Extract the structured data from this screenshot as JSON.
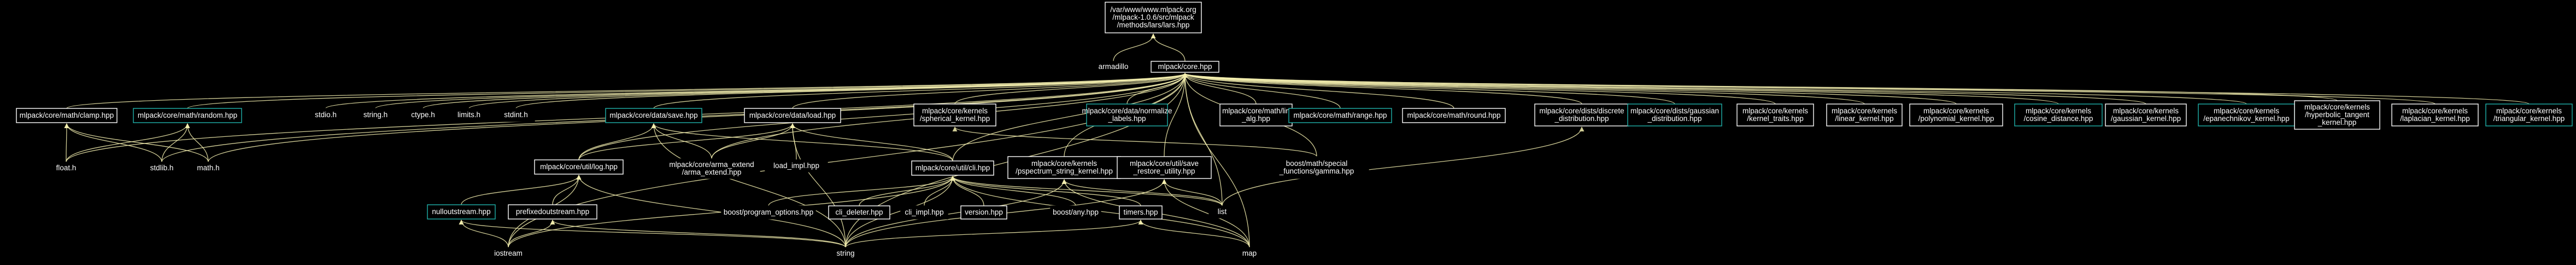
{
  "graph": {
    "title": "/var/www/www.mlpack.org/mlpack-1.0.6/src/mlpack/methods/lars/lars.hpp",
    "colors": {
      "background": "#000000",
      "edge": "#f5f0b0",
      "node_text": "#ffffff",
      "root_fill": "#bfbfbf",
      "documented_border": "#ffffff",
      "external_border": "#000000",
      "linked_border": "#20b2aa"
    },
    "nodes": [
      {
        "id": "root",
        "kind": "root",
        "lines": [
          "/var/www/www.mlpack.org",
          "/mlpack-1.0.6/src/mlpack",
          "/methods/lars/lars.hpp"
        ]
      },
      {
        "id": "armadillo",
        "kind": "external",
        "lines": [
          "armadillo"
        ]
      },
      {
        "id": "core",
        "kind": "doc",
        "lines": [
          "mlpack/core.hpp"
        ]
      },
      {
        "id": "clamp",
        "kind": "doc",
        "lines": [
          "mlpack/core/math/clamp.hpp"
        ]
      },
      {
        "id": "random",
        "kind": "linked",
        "lines": [
          "mlpack/core/math/random.hpp"
        ]
      },
      {
        "id": "stdio",
        "kind": "external",
        "lines": [
          "stdio.h"
        ]
      },
      {
        "id": "string_h",
        "kind": "external",
        "lines": [
          "string.h"
        ]
      },
      {
        "id": "ctype",
        "kind": "external",
        "lines": [
          "ctype.h"
        ]
      },
      {
        "id": "limits",
        "kind": "external",
        "lines": [
          "limits.h"
        ]
      },
      {
        "id": "stdint",
        "kind": "external",
        "lines": [
          "stdint.h"
        ]
      },
      {
        "id": "save",
        "kind": "linked",
        "lines": [
          "mlpack/core/data/save.hpp"
        ]
      },
      {
        "id": "load",
        "kind": "doc",
        "lines": [
          "mlpack/core/data/load.hpp"
        ]
      },
      {
        "id": "spherical",
        "kind": "doc",
        "lines": [
          "mlpack/core/kernels",
          "/spherical_kernel.hpp"
        ]
      },
      {
        "id": "normalize",
        "kind": "linked",
        "lines": [
          "mlpack/core/data/normalize",
          "_labels.hpp"
        ]
      },
      {
        "id": "lin_alg",
        "kind": "doc",
        "lines": [
          "mlpack/core/math/lin",
          "_alg.hpp"
        ]
      },
      {
        "id": "range",
        "kind": "linked",
        "lines": [
          "mlpack/core/math/range.hpp"
        ]
      },
      {
        "id": "round",
        "kind": "doc",
        "lines": [
          "mlpack/core/math/round.hpp"
        ]
      },
      {
        "id": "discrete",
        "kind": "doc",
        "lines": [
          "mlpack/core/dists/discrete",
          "_distribution.hpp"
        ]
      },
      {
        "id": "gaussian_dist",
        "kind": "linked",
        "lines": [
          "mlpack/core/dists/gaussian",
          "_distribution.hpp"
        ]
      },
      {
        "id": "kernel_traits",
        "kind": "doc",
        "lines": [
          "mlpack/core/kernels",
          "/kernel_traits.hpp"
        ]
      },
      {
        "id": "linear",
        "kind": "doc",
        "lines": [
          "mlpack/core/kernels",
          "/linear_kernel.hpp"
        ]
      },
      {
        "id": "polynomial",
        "kind": "doc",
        "lines": [
          "mlpack/core/kernels",
          "/polynomial_kernel.hpp"
        ]
      },
      {
        "id": "cosine",
        "kind": "linked",
        "lines": [
          "mlpack/core/kernels",
          "/cosine_distance.hpp"
        ]
      },
      {
        "id": "gaussian_k",
        "kind": "doc",
        "lines": [
          "mlpack/core/kernels",
          "/gaussian_kernel.hpp"
        ]
      },
      {
        "id": "epanechnikov",
        "kind": "linked",
        "lines": [
          "mlpack/core/kernels",
          "/epanechnikov_kernel.hpp"
        ]
      },
      {
        "id": "hyperbolic",
        "kind": "doc",
        "lines": [
          "mlpack/core/kernels",
          "/hyperbolic_tangent",
          "_kernel.hpp"
        ]
      },
      {
        "id": "laplacian",
        "kind": "doc",
        "lines": [
          "mlpack/core/kernels",
          "/laplacian_kernel.hpp"
        ]
      },
      {
        "id": "triangular",
        "kind": "linked",
        "lines": [
          "mlpack/core/kernels",
          "/triangular_kernel.hpp"
        ]
      },
      {
        "id": "float",
        "kind": "external",
        "lines": [
          "float.h"
        ]
      },
      {
        "id": "stdlib",
        "kind": "external",
        "lines": [
          "stdlib.h"
        ]
      },
      {
        "id": "math",
        "kind": "external",
        "lines": [
          "math.h"
        ]
      },
      {
        "id": "arma_extend",
        "kind": "external",
        "lines": [
          "mlpack/core/arma_extend",
          "/arma_extend.hpp"
        ]
      },
      {
        "id": "load_impl",
        "kind": "external",
        "lines": [
          "load_impl.hpp"
        ]
      },
      {
        "id": "log",
        "kind": "doc",
        "lines": [
          "mlpack/core/util/log.hpp"
        ]
      },
      {
        "id": "cli",
        "kind": "doc",
        "lines": [
          "mlpack/core/util/cli.hpp"
        ]
      },
      {
        "id": "pspectrum",
        "kind": "doc",
        "lines": [
          "mlpack/core/kernels",
          "/pspectrum_string_kernel.hpp"
        ]
      },
      {
        "id": "save_restore",
        "kind": "doc",
        "lines": [
          "mlpack/core/util/save",
          "_restore_utility.hpp"
        ]
      },
      {
        "id": "gamma",
        "kind": "external",
        "lines": [
          "boost/math/special",
          "_functions/gamma.hpp"
        ]
      },
      {
        "id": "nulloutstream",
        "kind": "linked",
        "lines": [
          "nulloutstream.hpp"
        ]
      },
      {
        "id": "prefixedoutstream",
        "kind": "doc",
        "lines": [
          "prefixedoutstream.hpp"
        ]
      },
      {
        "id": "program_options",
        "kind": "external",
        "lines": [
          "boost/program_options.hpp"
        ]
      },
      {
        "id": "cli_deleter",
        "kind": "doc",
        "lines": [
          "cli_deleter.hpp"
        ]
      },
      {
        "id": "cli_impl",
        "kind": "external",
        "lines": [
          "cli_impl.hpp"
        ]
      },
      {
        "id": "version",
        "kind": "doc",
        "lines": [
          "version.hpp"
        ]
      },
      {
        "id": "boost_any",
        "kind": "external",
        "lines": [
          "boost/any.hpp"
        ]
      },
      {
        "id": "timers",
        "kind": "doc",
        "lines": [
          "timers.hpp"
        ]
      },
      {
        "id": "list",
        "kind": "external",
        "lines": [
          "list"
        ]
      },
      {
        "id": "iostream",
        "kind": "external",
        "lines": [
          "iostream"
        ]
      },
      {
        "id": "string",
        "kind": "external",
        "lines": [
          "string"
        ]
      },
      {
        "id": "map",
        "kind": "external",
        "lines": [
          "map"
        ]
      }
    ],
    "edges": [
      [
        "root",
        "armadillo"
      ],
      [
        "root",
        "core"
      ],
      [
        "core",
        "clamp"
      ],
      [
        "core",
        "random"
      ],
      [
        "core",
        "stdio"
      ],
      [
        "core",
        "string_h"
      ],
      [
        "core",
        "ctype"
      ],
      [
        "core",
        "limits"
      ],
      [
        "core",
        "stdint"
      ],
      [
        "core",
        "save"
      ],
      [
        "core",
        "load"
      ],
      [
        "core",
        "spherical"
      ],
      [
        "core",
        "normalize"
      ],
      [
        "core",
        "lin_alg"
      ],
      [
        "core",
        "range"
      ],
      [
        "core",
        "round"
      ],
      [
        "core",
        "discrete"
      ],
      [
        "core",
        "gaussian_dist"
      ],
      [
        "core",
        "kernel_traits"
      ],
      [
        "core",
        "linear"
      ],
      [
        "core",
        "polynomial"
      ],
      [
        "core",
        "cosine"
      ],
      [
        "core",
        "gaussian_k"
      ],
      [
        "core",
        "epanechnikov"
      ],
      [
        "core",
        "hyperbolic"
      ],
      [
        "core",
        "laplacian"
      ],
      [
        "core",
        "triangular"
      ],
      [
        "core",
        "float"
      ],
      [
        "core",
        "stdlib"
      ],
      [
        "core",
        "math"
      ],
      [
        "core",
        "arma_extend"
      ],
      [
        "core",
        "log"
      ],
      [
        "core",
        "cli"
      ],
      [
        "core",
        "pspectrum"
      ],
      [
        "core",
        "save_restore"
      ],
      [
        "core",
        "gamma"
      ],
      [
        "core",
        "iostream"
      ],
      [
        "core",
        "string"
      ],
      [
        "core",
        "map"
      ],
      [
        "core",
        "list"
      ],
      [
        "clamp",
        "float"
      ],
      [
        "clamp",
        "stdlib"
      ],
      [
        "clamp",
        "math"
      ],
      [
        "random",
        "stdlib"
      ],
      [
        "random",
        "math"
      ],
      [
        "random",
        "float"
      ],
      [
        "save",
        "log"
      ],
      [
        "save",
        "arma_extend"
      ],
      [
        "save",
        "string"
      ],
      [
        "save",
        "cli"
      ],
      [
        "load",
        "log"
      ],
      [
        "load",
        "arma_extend"
      ],
      [
        "load",
        "load_impl"
      ],
      [
        "load",
        "string"
      ],
      [
        "load",
        "cli"
      ],
      [
        "log",
        "nulloutstream"
      ],
      [
        "log",
        "prefixedoutstream"
      ],
      [
        "log",
        "iostream"
      ],
      [
        "log",
        "string"
      ],
      [
        "nulloutstream",
        "iostream"
      ],
      [
        "nulloutstream",
        "string"
      ],
      [
        "prefixedoutstream",
        "iostream"
      ],
      [
        "prefixedoutstream",
        "string"
      ],
      [
        "cli",
        "program_options"
      ],
      [
        "cli",
        "cli_deleter"
      ],
      [
        "cli",
        "cli_impl"
      ],
      [
        "cli",
        "version"
      ],
      [
        "cli",
        "boost_any"
      ],
      [
        "cli",
        "timers"
      ],
      [
        "cli",
        "list"
      ],
      [
        "cli",
        "iostream"
      ],
      [
        "cli",
        "string"
      ],
      [
        "cli",
        "map"
      ],
      [
        "timers",
        "map"
      ],
      [
        "timers",
        "string"
      ],
      [
        "pspectrum",
        "map"
      ],
      [
        "pspectrum",
        "string"
      ],
      [
        "pspectrum",
        "list"
      ],
      [
        "save_restore",
        "list"
      ],
      [
        "save_restore",
        "map"
      ],
      [
        "save_restore",
        "string"
      ],
      [
        "discrete",
        "list"
      ],
      [
        "spherical",
        "gamma"
      ]
    ]
  }
}
